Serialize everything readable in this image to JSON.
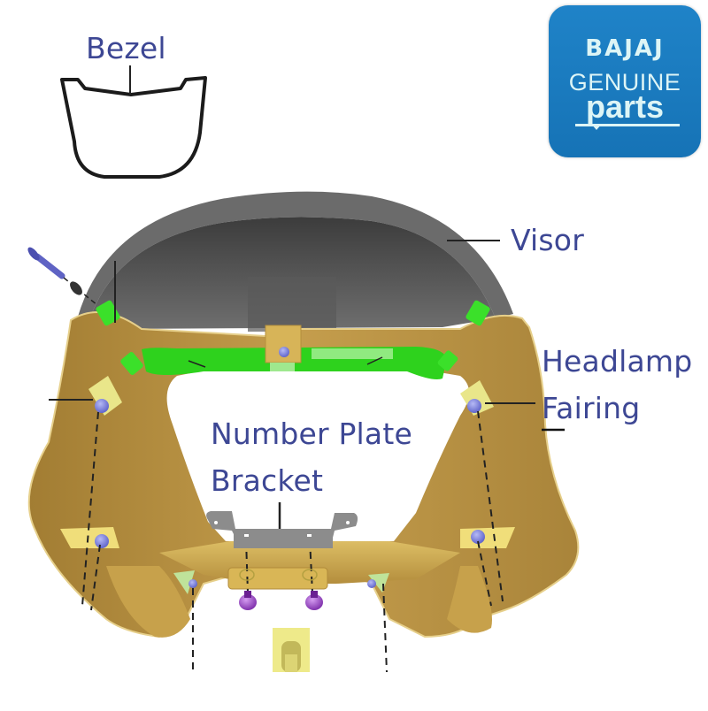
{
  "diagram": {
    "type": "exploded-parts-diagram",
    "subject": "Headlamp fairing assembly",
    "labels": {
      "bezel": "Bezel",
      "visor": "Visor",
      "headlamp_fairing_line1": "Headlamp",
      "headlamp_fairing_line2": "Fairing",
      "number_plate_line1": "Number Plate",
      "number_plate_line2": "Bracket"
    },
    "colors": {
      "label_text": "#3d4794",
      "fairing_body": "#b08a3a",
      "fairing_highlight": "#e3c36a",
      "visor": "#4a4a4a",
      "visor_rim": "#8a8a8a",
      "clips": "#33dd22",
      "bolts": "#6f73d9",
      "screws": "#8a2fb8",
      "bracket": "#8c8c8c",
      "logo_bg": "#1a7bbf",
      "logo_text": "#ddf5f6"
    }
  },
  "logo": {
    "brand": "BAJAJ",
    "line2": "GENUINE",
    "line3": "parts"
  }
}
